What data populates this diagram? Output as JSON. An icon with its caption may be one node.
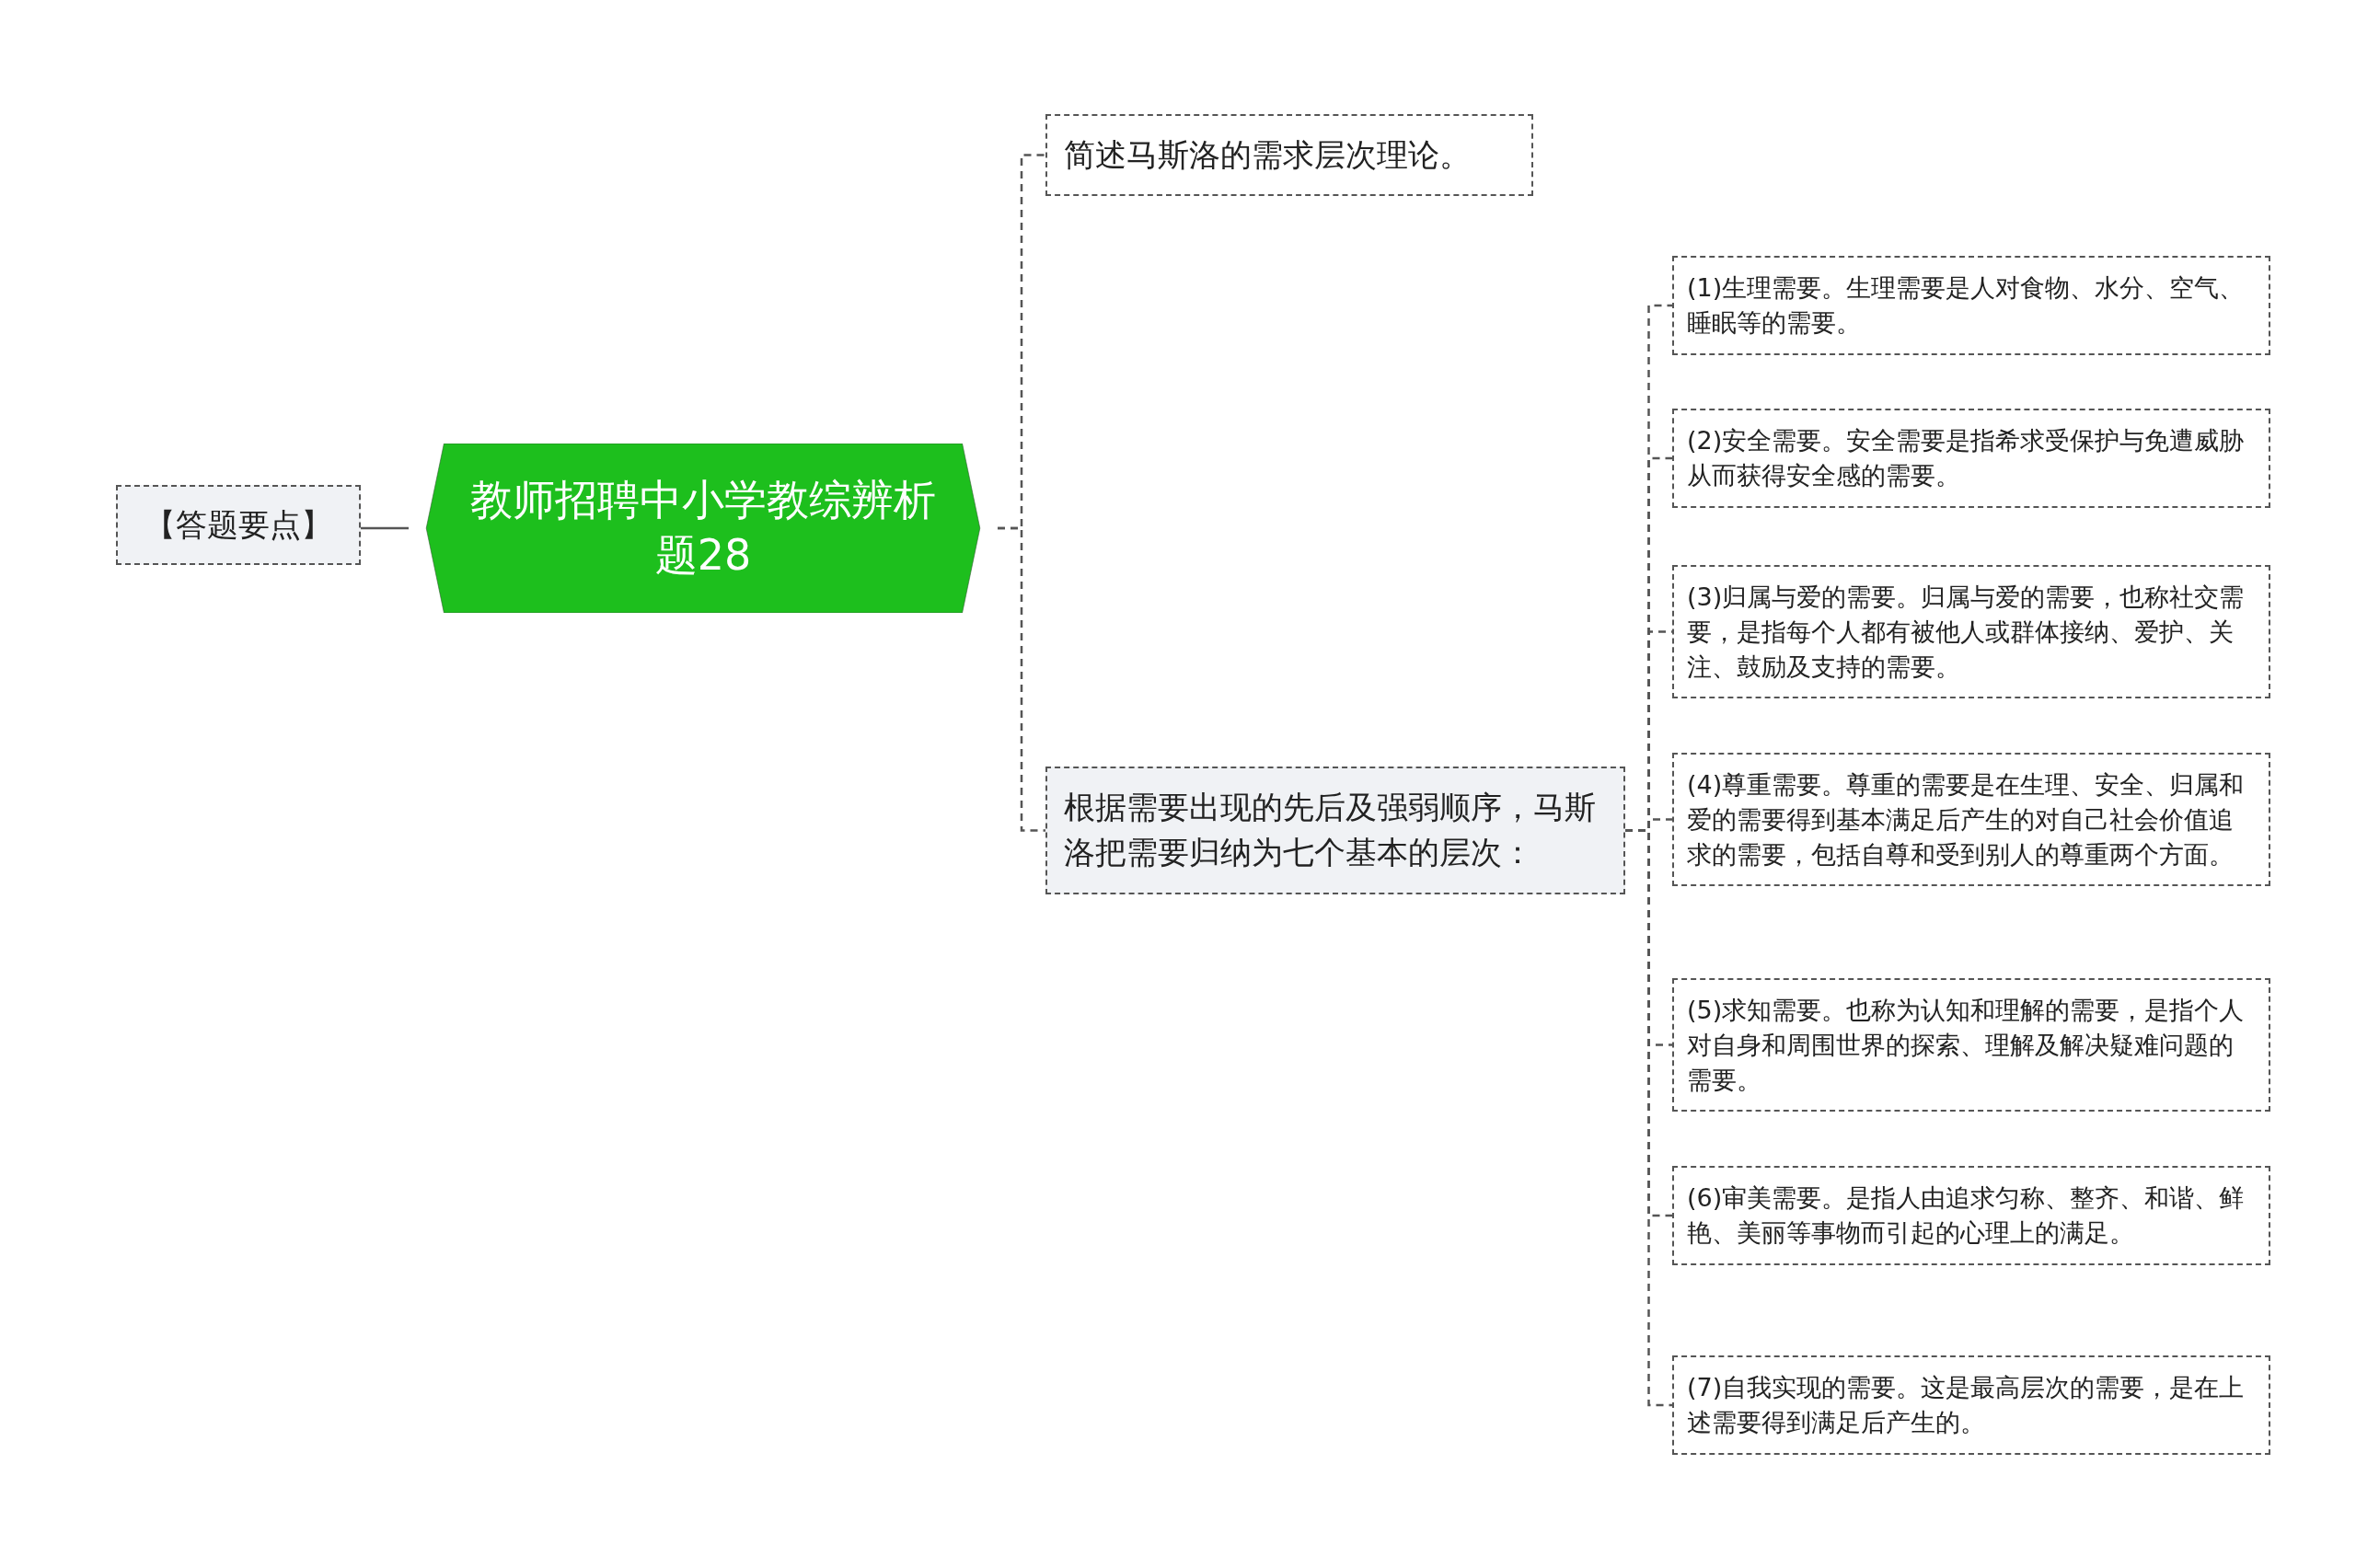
{
  "diagram": {
    "nodes": [
      {
        "text": [
          "教师招聘中小学教综辨析题28"
        ]
      },
      {
        "text": [
          "【答题要点】"
        ]
      },
      {
        "text": [
          "简述马斯洛的需求层次理论。"
        ]
      },
      {
        "text": [
          "根据需要出现的先后及强弱顺序，马斯洛把需要归纳为七个基本的层次："
        ]
      },
      {
        "text": [
          "(1)生理需要。生理需要是人对食物、水分、空气、睡眠等的需要。"
        ]
      },
      {
        "text": [
          "(2)安全需要。安全需要是指希求受保护与免遭威胁从而获得安全感的需要。"
        ]
      },
      {
        "text": [
          "(3)归属与爱的需要。归属与爱的需要，也称社交需要，是指每个人都有被他人或群体接纳、爱护、关注、鼓励及支持的需要。"
        ]
      },
      {
        "text": [
          "(4)尊重需要。尊重的需要是在生理、安全、归属和爱的需要得到基本满足后产生的对自己社会价值追求的需要，包括自尊和受到别人的尊重两个方面。"
        ]
      },
      {
        "text": [
          "(5)求知需要。也称为认知和理解的需要，是指个人对自身和周围世界的探索、理解及解决疑难问题的需要。"
        ]
      },
      {
        "text": [
          "(6)审美需要。是指人由追求匀称、整齐、和谐、鲜艳、美丽等事物而引起的心理上的满足。"
        ]
      },
      {
        "text": [
          "(7)自我实现的需要。这是最高层次的需要，是在上述需要得到满足后产生的。"
        ]
      }
    ],
    "edges": [
      {
        "from": 0,
        "to": 1,
        "arrow": "none"
      },
      {
        "from": 0,
        "to": 2,
        "arrow": "none",
        "style": "dashed"
      },
      {
        "from": 0,
        "to": 3,
        "arrow": "none",
        "style": "dashed"
      },
      {
        "from": 3,
        "to": 4,
        "arrow": "none",
        "style": "dashed"
      },
      {
        "from": 3,
        "to": 5,
        "arrow": "none",
        "style": "dashed"
      },
      {
        "from": 3,
        "to": 6,
        "arrow": "none",
        "style": "dashed"
      },
      {
        "from": 3,
        "to": 7,
        "arrow": "none",
        "style": "dashed"
      },
      {
        "from": 3,
        "to": 8,
        "arrow": "none",
        "style": "dashed"
      },
      {
        "from": 3,
        "to": 9,
        "arrow": "none",
        "style": "dashed"
      },
      {
        "from": 3,
        "to": 10,
        "arrow": "none",
        "style": "dashed"
      }
    ]
  }
}
